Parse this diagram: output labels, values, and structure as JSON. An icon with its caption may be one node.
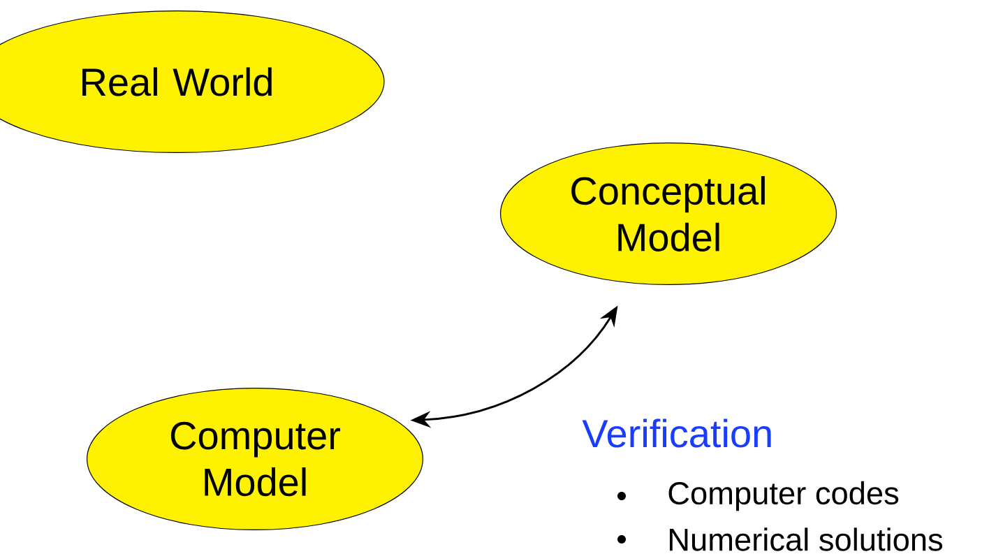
{
  "diagram": {
    "nodes": [
      {
        "text": [
          "Real World"
        ]
      },
      {
        "text": [
          "Conceptual Model"
        ]
      },
      {
        "text": [
          "Computer Model"
        ]
      }
    ],
    "edges": [
      {
        "from": 2,
        "to": 1,
        "arrow": "both"
      }
    ],
    "labels": [
      "Verification",
      "Computer codes",
      "Numerical solutions"
    ]
  }
}
